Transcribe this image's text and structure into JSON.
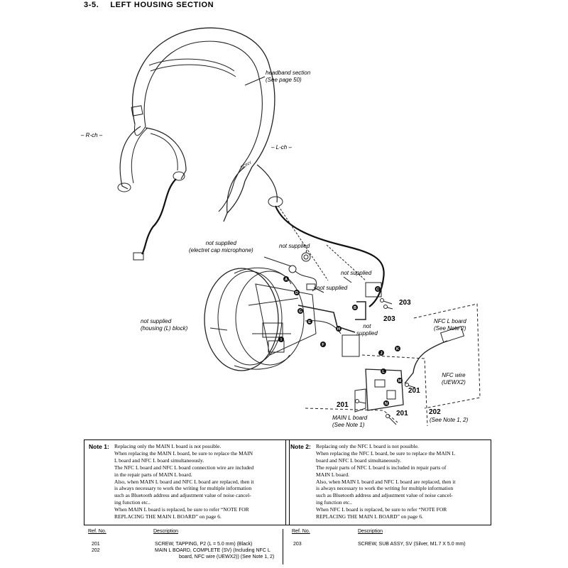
{
  "title": {
    "number": "3-5.",
    "text": "LEFT HOUSING SECTION"
  },
  "labels": {
    "headband": [
      "headband section",
      "(See page 50)"
    ],
    "rch": "– R-ch –",
    "lch": "– L-ch –",
    "brand": "SONY",
    "mic": [
      "not supplied",
      "(electret cap microphone)"
    ],
    "not_supplied_1": "not supplied",
    "not_supplied_2": "not supplied",
    "not_supplied_3": "not supplied",
    "not_supplied_4": [
      "not",
      "supplied"
    ],
    "housing": [
      "not supplied",
      "(housing (L) block)"
    ],
    "nfc_board": [
      "NFC L board",
      "(See Note 2)"
    ],
    "nfc_wire": [
      "NFC wire",
      "(UEWX2)"
    ],
    "main_board": [
      "MAIN L board",
      "(See Note 1)"
    ],
    "see_note_12": "(See Note 1, 2)"
  },
  "refs": {
    "r203a": "203",
    "r203b": "203",
    "r201a": "201",
    "r201b": "201",
    "r201c": "201",
    "r202": "202"
  },
  "connectors": [
    "A",
    "B",
    "C",
    "D",
    "E",
    "F",
    "G",
    "H",
    "I",
    "J",
    "K",
    "L",
    "M",
    "N"
  ],
  "note1": {
    "title": "Note 1:",
    "lines": [
      "Replacing only the MAIN L board is not possible.",
      "When replacing the MAIN L board, be sure to replace the MAIN",
      "L board and NFC L board simultaneously.",
      "The NFC L board and NFC L board connection wire are included",
      "in the repair parts of MAIN L board.",
      "Also, when MAIN L board and NFC L board are replaced, then it",
      "is always necessary to work the writing for multiple information",
      "such as Bluetooth address and adjustment value of noise cancel-",
      "ing function etc..",
      "When MAIN L board is replaced, be sure to refer “NOTE FOR",
      "REPLACING THE MAIN L BOARD” on page 6."
    ]
  },
  "note2": {
    "title": "Note 2:",
    "lines": [
      "Replacing only the NFC L board is not possible.",
      "When replacing the NFC L board, be sure to replace the MAIN L",
      "board and NFC L board simultaneously.",
      "The repair parts of NFC L board is included in repair parts of",
      "MAIN L board.",
      "Also, when MAIN L board and NFC L board are replaced, then it",
      "is always necessary to work the writing for multiple information",
      "such as Bluetooth address and adjustment value of noise cancel-",
      "ing function etc..",
      "When NFC L board is replaced, be sure to refer “NOTE FOR",
      "REPLACING THE MAIN L BOARD” on page 6."
    ]
  },
  "parts_list": {
    "headers": {
      "ref": "Ref. No.",
      "desc": "Description"
    },
    "left": [
      {
        "ref": "201",
        "desc": "SCREW, TAPPING, P2 (L = 5.0 mm) (Black)"
      },
      {
        "ref": "202",
        "desc": "MAIN L BOARD, COMPLETE (SV) (Including NFC L"
      },
      {
        "ref": "",
        "desc": "board, NFC wire (UEWX2)) (See Note 1, 2)"
      }
    ],
    "right": [
      {
        "ref": "203",
        "desc": "SCREW, SUB ASSY, SV (Silver, M1.7 X 5.0 mm)"
      }
    ]
  }
}
